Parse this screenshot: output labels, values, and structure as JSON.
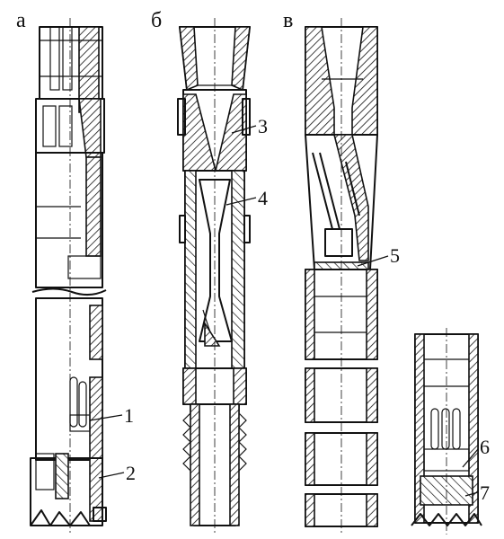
{
  "figure": {
    "panels": [
      {
        "id": "a",
        "label": "а"
      },
      {
        "id": "b",
        "label": "б"
      },
      {
        "id": "v",
        "label": "в"
      }
    ],
    "callouts": [
      {
        "number": "1"
      },
      {
        "number": "2"
      },
      {
        "number": "3"
      },
      {
        "number": "4"
      },
      {
        "number": "5"
      },
      {
        "number": "6"
      },
      {
        "number": "7"
      }
    ]
  }
}
